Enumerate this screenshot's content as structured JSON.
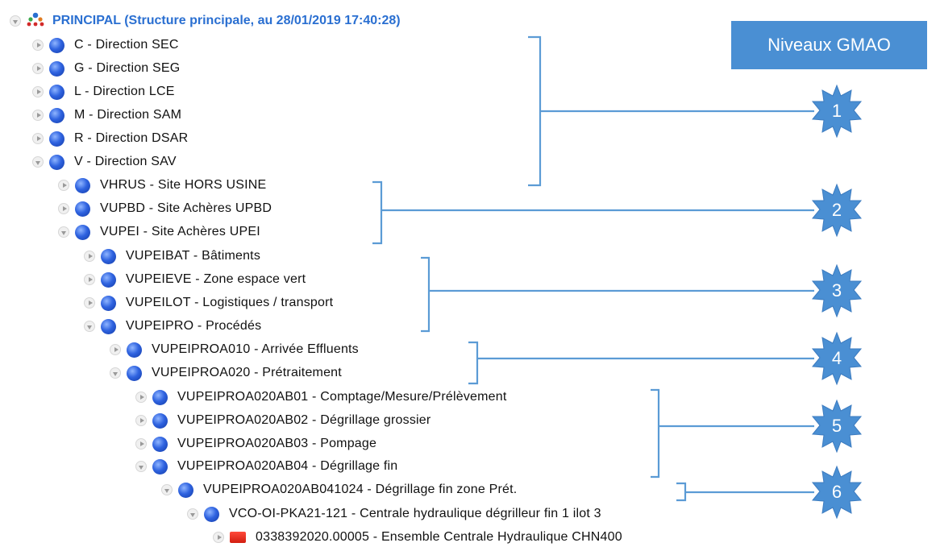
{
  "title_box": "Niveaux GMAO",
  "tree": {
    "root": {
      "label": "PRINCIPAL (Structure principale, au 28/01/2019 17:40:28)",
      "expanded": true
    },
    "rows": [
      {
        "label": "C - Direction SEC",
        "expanded": false,
        "icon": "blue-sphere"
      },
      {
        "label": "G - Direction SEG",
        "expanded": false,
        "icon": "blue-sphere"
      },
      {
        "label": "L - Direction LCE",
        "expanded": false,
        "icon": "blue-sphere"
      },
      {
        "label": "M - Direction SAM",
        "expanded": false,
        "icon": "blue-sphere"
      },
      {
        "label": "R - Direction DSAR",
        "expanded": false,
        "icon": "blue-sphere"
      },
      {
        "label": "V - Direction SAV",
        "expanded": true,
        "icon": "blue-sphere"
      },
      {
        "label": "VHRUS - Site HORS USINE",
        "expanded": false,
        "icon": "blue-sphere"
      },
      {
        "label": "VUPBD - Site Achères UPBD",
        "expanded": false,
        "icon": "blue-sphere"
      },
      {
        "label": "VUPEI - Site Achères UPEI",
        "expanded": true,
        "icon": "blue-sphere"
      },
      {
        "label": "VUPEIBAT - Bâtiments",
        "expanded": false,
        "icon": "blue-sphere"
      },
      {
        "label": "VUPEIEVE - Zone espace vert",
        "expanded": false,
        "icon": "blue-sphere"
      },
      {
        "label": "VUPEILOT - Logistiques / transport",
        "expanded": false,
        "icon": "blue-sphere"
      },
      {
        "label": "VUPEIPRO - Procédés",
        "expanded": true,
        "icon": "blue-sphere"
      },
      {
        "label": "VUPEIPROA010 - Arrivée Effluents",
        "expanded": false,
        "icon": "blue-sphere"
      },
      {
        "label": "VUPEIPROA020 - Prétraitement",
        "expanded": true,
        "icon": "blue-sphere"
      },
      {
        "label": "VUPEIPROA020AB01 - Comptage/Mesure/Prélèvement",
        "expanded": false,
        "icon": "blue-sphere"
      },
      {
        "label": "VUPEIPROA020AB02 - Dégrillage grossier",
        "expanded": false,
        "icon": "blue-sphere"
      },
      {
        "label": "VUPEIPROA020AB03 - Pompage",
        "expanded": false,
        "icon": "blue-sphere"
      },
      {
        "label": "VUPEIPROA020AB04 - Dégrillage fin",
        "expanded": true,
        "icon": "blue-sphere"
      },
      {
        "label": "VUPEIPROA020AB041024 - Dégrillage fin zone Prét.",
        "expanded": true,
        "icon": "blue-sphere"
      },
      {
        "label": "VCO-OI-PKA21-121 - Centrale hydraulique dégrilleur fin 1 ilot 3",
        "expanded": true,
        "icon": "blue-sphere"
      },
      {
        "label": "0338392020.00005 - Ensemble Centrale Hydraulique CHN400",
        "expanded": false,
        "icon": "red-square"
      }
    ]
  },
  "levels": [
    "1",
    "2",
    "3",
    "4",
    "5",
    "6"
  ],
  "colors": {
    "root_text": "#2a6fd1",
    "accent": "#4a8fd3",
    "bracket": "#5b9bd5",
    "badge_fill": "#4a8fd3"
  }
}
